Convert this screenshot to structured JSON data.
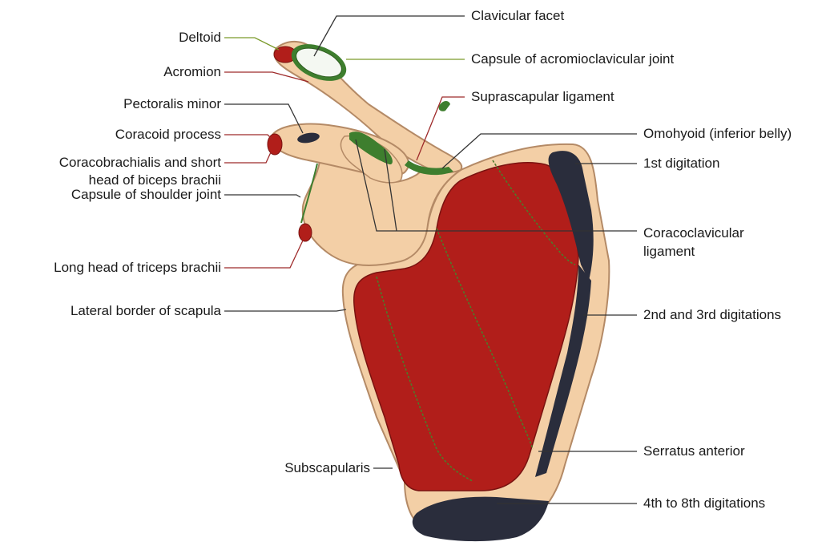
{
  "left_labels": {
    "deltoid": "Deltoid",
    "acromion": "Acromion",
    "pectoralis_minor": "Pectoralis minor",
    "coracoid_process": "Coracoid process",
    "coracobrachialis_line1": "Coracobrachialis and short",
    "coracobrachialis_line2": "head of biceps brachii",
    "capsule_shoulder": "Capsule of shoulder joint",
    "long_head_triceps": "Long head of triceps brachii",
    "lateral_border": "Lateral border of scapula",
    "subscapularis": "Subscapularis"
  },
  "right_labels": {
    "clavicular_facet": "Clavicular facet",
    "capsule_acromioclavicular": "Capsule of acromioclavicular joint",
    "suprascapular_ligament": "Suprascapular ligament",
    "omohyoid": "Omohyoid (inferior belly)",
    "first_digitation": "1st digitation",
    "coracoclavicular_line1": "Coracoclavicular",
    "coracoclavicular_line2": "ligament",
    "second_third_digitations": "2nd and 3rd digitations",
    "serratus_anterior": "Serratus anterior",
    "fourth_eighth_digitations": "4th to 8th digitations"
  },
  "colors": {
    "bone": "#F3CFA6",
    "bone_outline": "#B48A66",
    "muscle_red": "#B11E1A",
    "muscle_dark": "#2A2D3C",
    "ligament_green": "#3E7E2E",
    "facet_white": "#F4F8F2",
    "leader_dark": "#333333",
    "leader_red": "#9E2A2A",
    "leader_green": "#7A9A2A"
  }
}
